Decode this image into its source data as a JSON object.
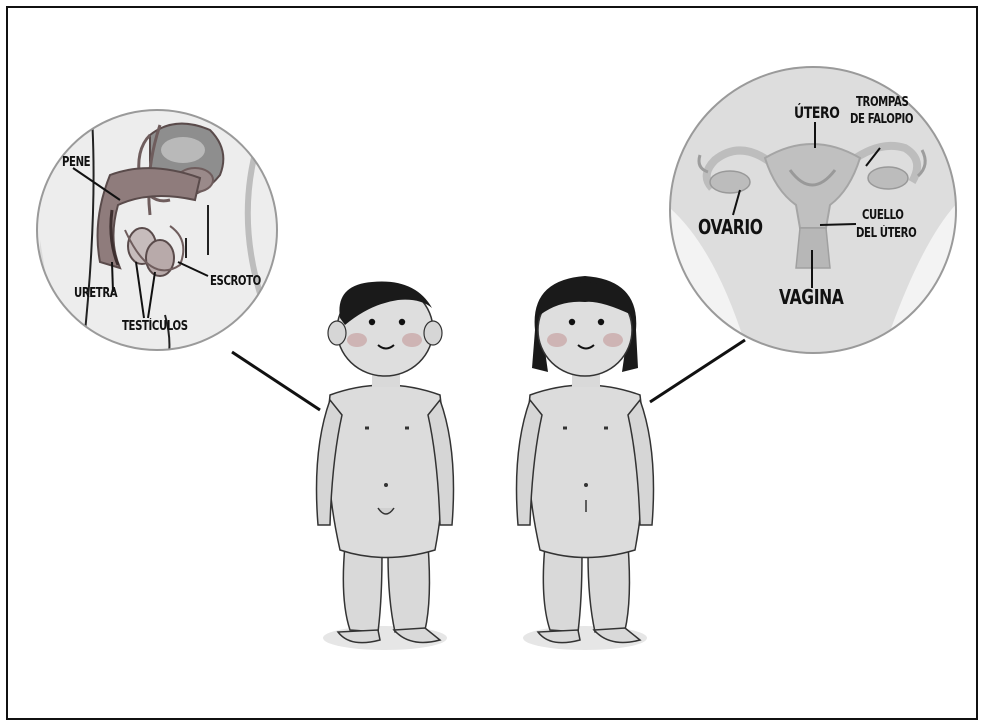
{
  "male_labels": {
    "pene": "PENE",
    "uretra": "URETRA",
    "testiculos": "TESTÍCULOS",
    "escroto": "ESCROTO"
  },
  "female_labels": {
    "utero": "ÚTERO",
    "trompas_line1": "TROMPAS",
    "trompas_line2": "DE FALOPIO",
    "ovario": "OVARIO",
    "cuello_line1": "CUELLO",
    "cuello_line2": "DEL ÚTERO",
    "vagina": "VAGINA"
  },
  "colors": {
    "circle_fill": "#e9e9e9",
    "body_fill": "#dcdcdc",
    "organ_male": "#8f7c7c",
    "organ_female": "#bdbdbd",
    "hair": "#1a1a1a",
    "cheeks": "#c9a9a9"
  }
}
